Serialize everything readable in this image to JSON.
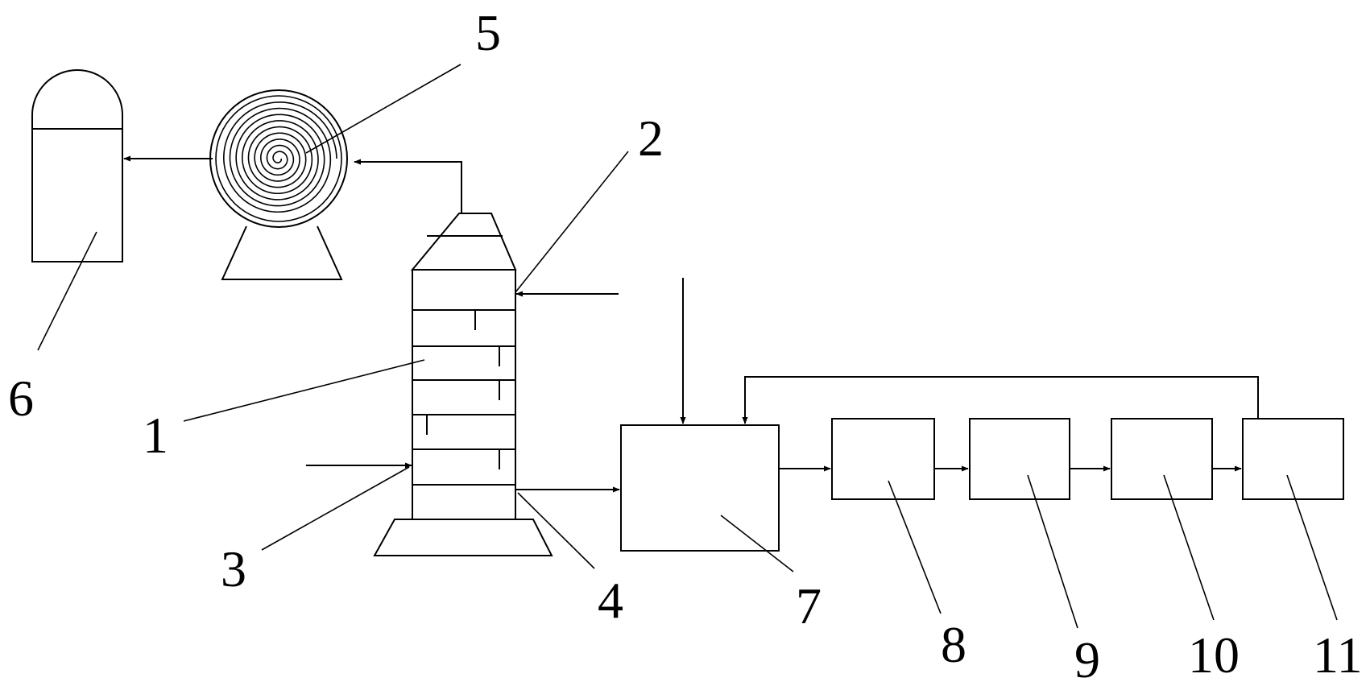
{
  "labels": {
    "l1": "1",
    "l2": "2",
    "l3": "3",
    "l4": "4",
    "l5": "5",
    "l6": "6",
    "l7": "7",
    "l8": "8",
    "l9": "9",
    "l10": "10",
    "l11": "11"
  }
}
